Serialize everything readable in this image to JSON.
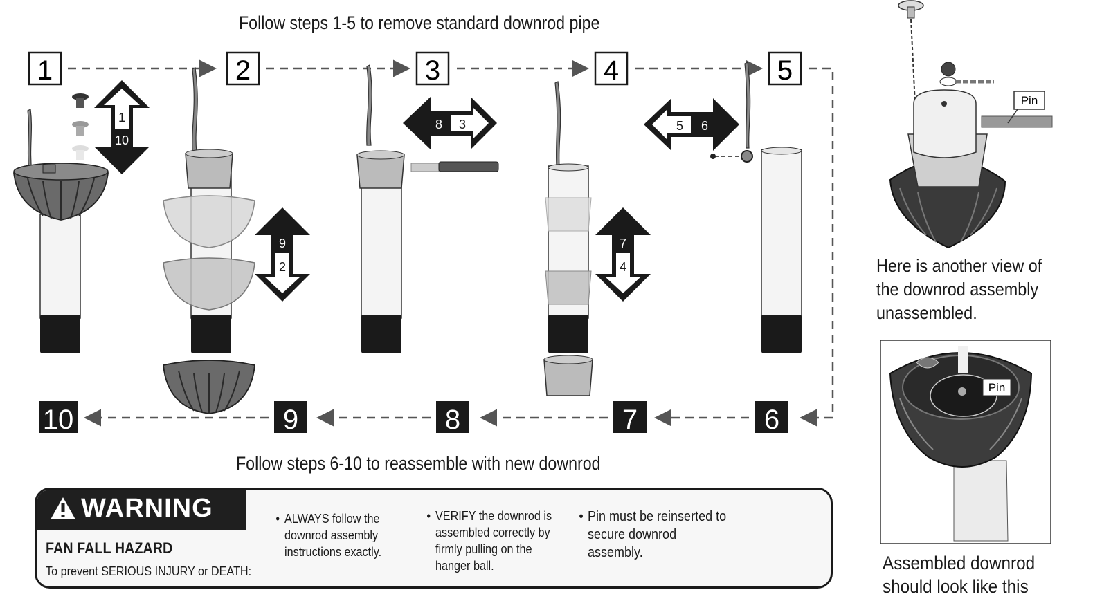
{
  "header": {
    "top_caption": "Follow steps 1-5 to remove standard downrod pipe",
    "bottom_caption": "Follow steps 6-10 to reassemble with new downrod"
  },
  "steps": [
    "1",
    "2",
    "3",
    "4",
    "5",
    "6",
    "7",
    "8",
    "9",
    "10"
  ],
  "arrows": {
    "a1": {
      "top": "1",
      "bottom": "10"
    },
    "a2": {
      "top": "9",
      "bottom": "2"
    },
    "a3": {
      "left": "8",
      "right": "3"
    },
    "a4": {
      "top": "7",
      "bottom": "4"
    },
    "a5": {
      "left": "5",
      "right": "6"
    }
  },
  "side": {
    "pin_label_1": "Pin",
    "caption_1": "Here is another view of the downrod assembly unassembled.",
    "pin_label_2": "Pin",
    "caption_2": "Assembled downrod should look like this"
  },
  "warning": {
    "title": "WARNING",
    "hazard": "FAN FALL HAZARD",
    "prevent_prefix": "To prevent ",
    "prevent_bold1": "SERIOUS INJURY",
    "prevent_mid": " or ",
    "prevent_bold2": "DEATH",
    "prevent_suffix": ":",
    "bullet1_lead": "ALWAYS",
    "bullet1_rest": " follow the downrod assembly instructions exactly.",
    "bullet2_lead": "VERIFY",
    "bullet2_rest": " the downrod is assembled correctly by firmly pulling on the hanger ball.",
    "bullet3": "Pin must be reinserted to secure downrod assembly.",
    "bullet_mark": "•"
  },
  "colors": {
    "dark": "#1f1f1f",
    "mid": "#6e6e6e",
    "light": "#bdbdbd",
    "pale": "#e6e6e6"
  }
}
